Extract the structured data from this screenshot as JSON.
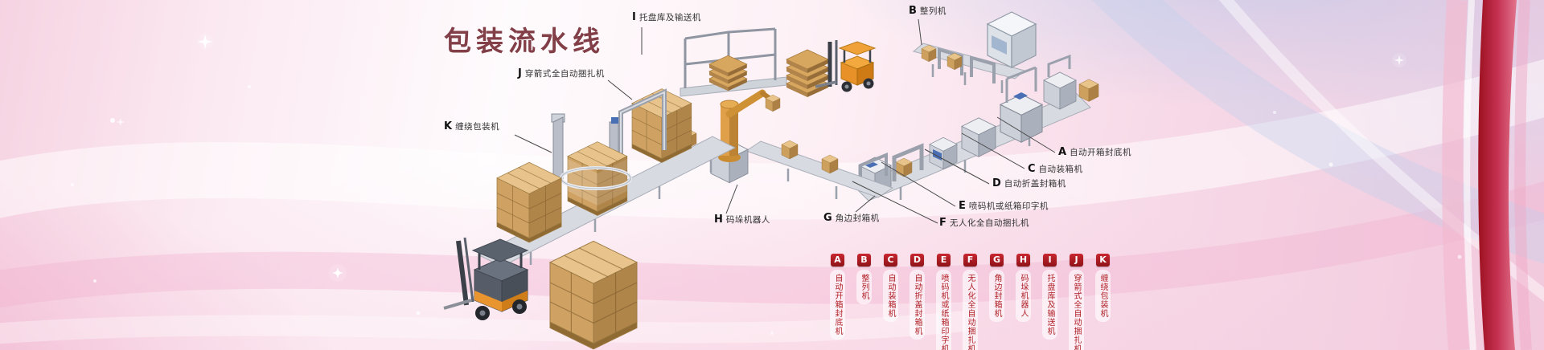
{
  "title": "包装流水线",
  "colors": {
    "accent_red": "#bb1e24",
    "title_maroon": "#823f48",
    "label_text": "#333333"
  },
  "callouts": [
    {
      "letter": "A",
      "label": "自动开箱封底机"
    },
    {
      "letter": "B",
      "label": "整列机"
    },
    {
      "letter": "C",
      "label": "自动装箱机"
    },
    {
      "letter": "D",
      "label": "自动折盖封箱机"
    },
    {
      "letter": "E",
      "label": "喷码机或纸箱印字机"
    },
    {
      "letter": "F",
      "label": "无人化全自动捆扎机"
    },
    {
      "letter": "G",
      "label": "角边封箱机"
    },
    {
      "letter": "H",
      "label": "码垛机器人"
    },
    {
      "letter": "I",
      "label": "托盘库及输送机"
    },
    {
      "letter": "J",
      "label": "穿箭式全自动捆扎机"
    },
    {
      "letter": "K",
      "label": "缠绕包装机"
    }
  ],
  "legend": [
    {
      "letter": "A",
      "label": "自动开箱封底机"
    },
    {
      "letter": "B",
      "label": "整列机"
    },
    {
      "letter": "C",
      "label": "自动装箱机"
    },
    {
      "letter": "D",
      "label": "自动折盖封箱机"
    },
    {
      "letter": "E",
      "label": "喷码机或纸箱印字机"
    },
    {
      "letter": "F",
      "label": "无人化全自动捆扎机"
    },
    {
      "letter": "G",
      "label": "角边封箱机"
    },
    {
      "letter": "H",
      "label": "码垛机器人"
    },
    {
      "letter": "I",
      "label": "托盘库及输送机"
    },
    {
      "letter": "J",
      "label": "穿箭式全自动捆扎机"
    },
    {
      "letter": "K",
      "label": "缠绕包装机"
    }
  ]
}
